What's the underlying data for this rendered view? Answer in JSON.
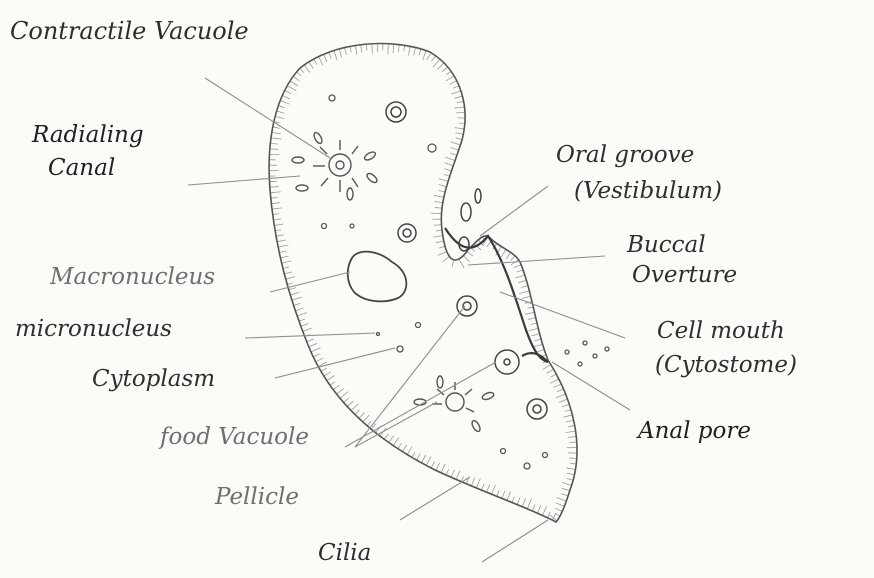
{
  "labels": {
    "contractile_vacuole": "Contractile Vacuole",
    "radiating_canal_line1": "Radialing",
    "radiating_canal_line2": "Canal",
    "macronucleus": "Macronucleus",
    "micronucleus": "micronucleus",
    "cytoplasm": "Cytoplasm",
    "food_vacuole": "food Vacuole",
    "pellicle": "Pellicle",
    "cilia": "Cilia",
    "oral_groove_line1": "Oral groove",
    "oral_groove_line2": "(Vestibulum)",
    "buccal_overture_line1": "Buccal",
    "buccal_overture_line2": "Overture",
    "cell_mouth_line1": "Cell mouth",
    "cell_mouth_line2": "(Cytostome)",
    "anal_pore": "Anal pore"
  },
  "colors": {
    "background": "#fbfbf8",
    "ink": "#3a3a3a",
    "faint_ink": "#9a9a9a"
  }
}
